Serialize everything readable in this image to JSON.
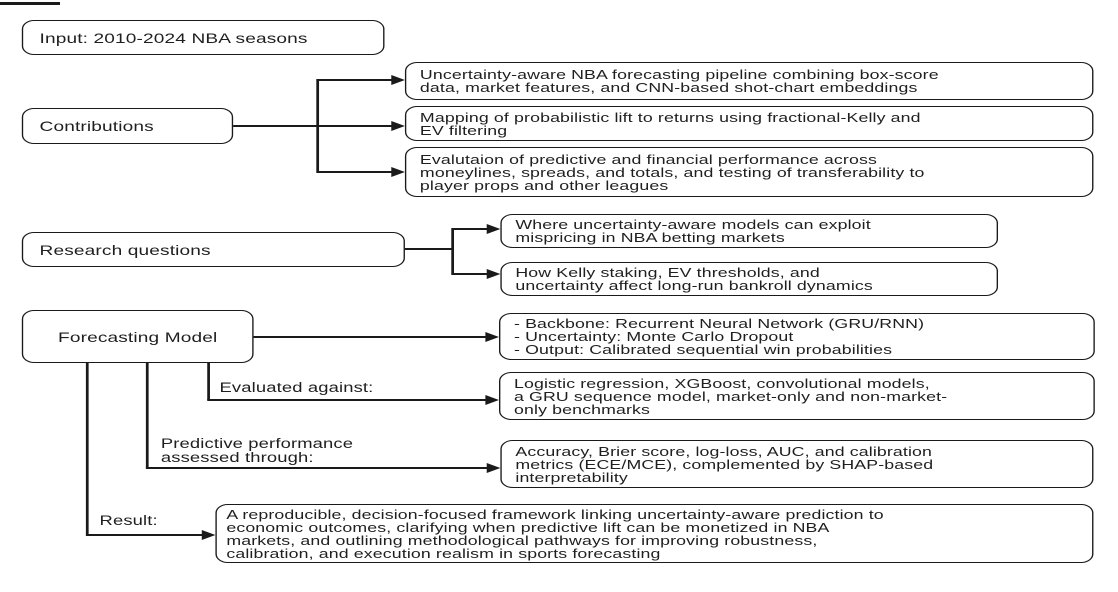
{
  "diagram": {
    "input": {
      "label": "Input: 2010-2024 NBA seasons"
    },
    "contributions": {
      "label": "Contributions",
      "items": [
        "Uncertainty-aware NBA forecasting pipeline combining box-score\ndata, market features, and CNN-based shot-chart embeddings",
        "Mapping of probabilistic lift to returns using fractional-Kelly and\nEV filtering",
        "Evalutaion of predictive and financial performance across\nmoneylines, spreads, and totals, and testing of transferability to\nplayer props and other leagues"
      ]
    },
    "research_questions": {
      "label": "Research questions",
      "items": [
        "Where uncertainty-aware models can exploit\nmispricing in NBA betting markets",
        "How Kelly staking, EV thresholds, and\nuncertainty affect long-run bankroll dynamics"
      ]
    },
    "forecasting_model": {
      "label": "Forecasting Model",
      "architecture": "- Backbone: Recurrent Neural Network (GRU/RNN)\n- Uncertainty: Monte Carlo Dropout\n- Output: Calibrated sequential win probabilities",
      "evaluated_against_label": "Evaluated against:",
      "evaluated_against": "Logistic regression, XGBoost, convolutional models,\na GRU sequence model, market-only and non-market-\nonly benchmarks",
      "predictive_label": "Predictive performance\nassessed through:",
      "predictive_metrics": "Accuracy, Brier score, log-loss, AUC, and calibration\nmetrics (ECE/MCE), complemented by SHAP-based\ninterpretability",
      "result_label": "Result:",
      "result": "A reproducible, decision-focused framework linking uncertainty-aware prediction to\neconomic outcomes, clarifying when predictive lift can be monetized in NBA\nmarkets, and outlining methodological pathways for improving robustness,\ncalibration, and execution realism in sports forecasting"
    },
    "colors": {
      "line": "#1a1a1a",
      "border": "#1a1a1a",
      "text": "#1f1f1f",
      "background": "#ffffff"
    }
  }
}
